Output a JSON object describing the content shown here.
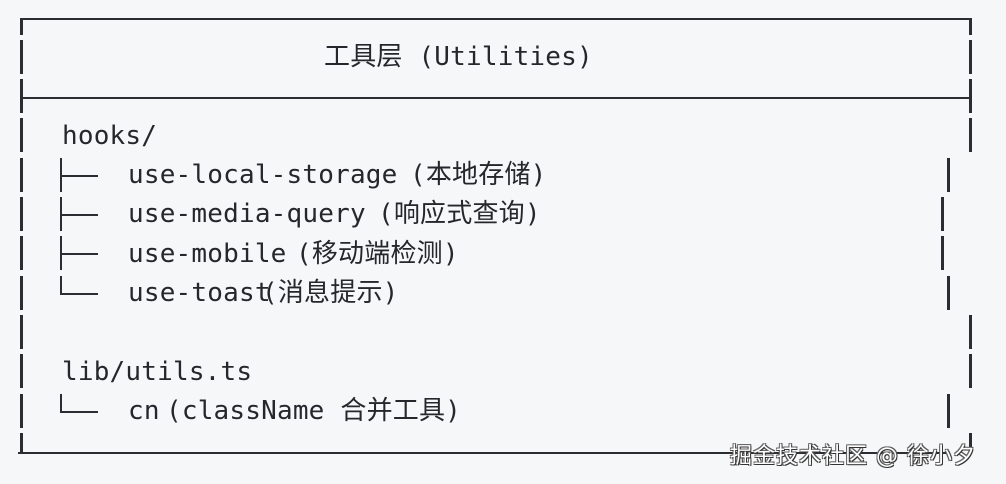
{
  "diagram": {
    "title": "工具层 (Utilities)",
    "sections": [
      {
        "heading": "hooks/",
        "items": [
          {
            "connector": "├──",
            "name": "use-local-storage",
            "desc": "(本地存储)"
          },
          {
            "connector": "├──",
            "name": "use-media-query",
            "desc": "(响应式查询)"
          },
          {
            "connector": "├──",
            "name": "use-mobile",
            "desc": "(移动端检测)"
          },
          {
            "connector": "└──",
            "name": "use-toast",
            "desc": "(消息提示)"
          }
        ]
      },
      {
        "heading": "lib/utils.ts",
        "items": [
          {
            "connector": "└──",
            "name": "cn",
            "desc": "(className 合并工具)"
          }
        ]
      }
    ]
  },
  "watermark": "掘金技术社区 @ 徐小夕",
  "colors": {
    "background": "#f6f7f9",
    "line": "#2a2d31",
    "text": "#24272b"
  }
}
